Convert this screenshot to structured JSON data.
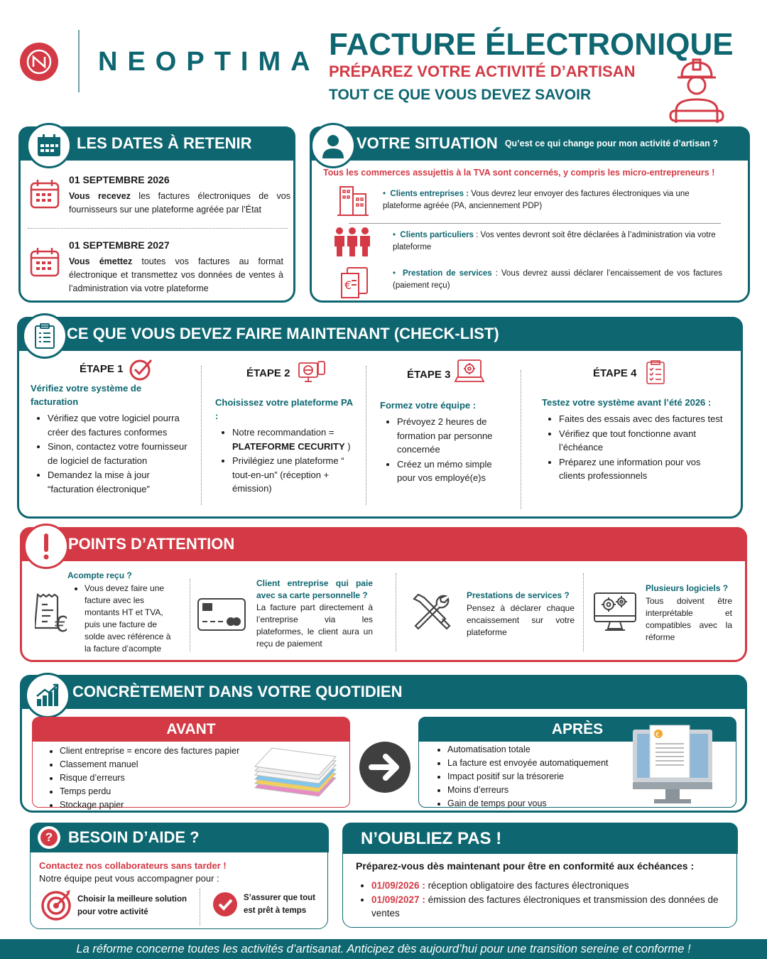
{
  "header": {
    "brand": "NEOPTIMA",
    "title": "FACTURE ÉLECTRONIQUE",
    "subtitle1": "PRÉPAREZ VOTRE ACTIVITÉ D’ARTISAN",
    "subtitle2": "TOUT CE QUE VOUS DEVEZ SAVOIR"
  },
  "dates": {
    "title": "LES DATES À RETENIR",
    "d1": {
      "date": "01 SEPTEMBRE 2026",
      "bold": "Vous recevez",
      "text": " les factures électroniques de vos fournisseurs sur une plateforme agréée par l’État"
    },
    "d2": {
      "date": "01 SEPTEMBRE 2027",
      "bold": "Vous émettez",
      "text": " toutes vos factures au format électronique et transmettez vos données de ventes à l’administration via votre plateforme"
    }
  },
  "situation": {
    "title": "VOTRE SITUATION",
    "question": "Qu’est ce qui change pour mon activité d’artisan ?",
    "intro": "Tous les commerces assujettis à la TVA sont concernés, y compris les micro-entrepreneurs !",
    "items": [
      {
        "label": "Clients entreprises :",
        "text": " Vous devrez leur envoyer des factures électroniques via une plateforme agréée (PA, anciennement PDP)"
      },
      {
        "label": "Clients particuliers",
        "text": " : Vos ventes devront soit être déclarées à l’administration via votre plateforme"
      },
      {
        "label": "Prestation de services",
        "text": " : Vous devrez aussi déclarer l’encaissement de vos factures (paiement reçu)"
      }
    ]
  },
  "checklist": {
    "title": "CE QUE VOUS DEVEZ FAIRE MAINTENANT (CHECK-LIST)",
    "steps": [
      {
        "title": "ÉTAPE 1",
        "sub": "Vérifiez votre système de facturation",
        "items": [
          "Vérifiez que votre logiciel pourra créer des factures conformes",
          "Sinon, contactez votre fournisseur de logiciel de facturation",
          "Demandez la mise à jour “facturation électronique”"
        ]
      },
      {
        "title": "ÉTAPE 2",
        "sub": "Choisissez votre plateforme PA :",
        "item1a": "Notre recommandation = ",
        "item1b": "PLATEFORME CECURITY",
        "item1c": " )",
        "item2": "Privilégiez une plateforme “ tout-en-un” (réception + émission)"
      },
      {
        "title": "ÉTAPE 3",
        "sub": "Formez votre équipe :",
        "items": [
          "Prévoyez 2 heures de formation par personne concernée",
          "Créez un mémo simple pour vos employé(e)s"
        ]
      },
      {
        "title": "ÉTAPE 4",
        "sub": "Testez votre système avant l’été 2026 :",
        "items": [
          "Faites des essais avec des factures test",
          "Vérifiez que tout fonctionne avant l’échéance",
          "Préparez une information pour vos clients professionnels"
        ]
      }
    ]
  },
  "attention": {
    "title": "POINTS D’ATTENTION",
    "p1": {
      "title": "Acompte reçu ?",
      "text": "Vous devez faire une facture avec les montants HT et TVA, puis une facture de solde avec référence à la facture d’acompte"
    },
    "p2": {
      "title": "Client entreprise qui paie avec sa carte personnelle ?",
      "text": "La facture part directement à l’entreprise via les plateformes, le client aura un reçu de paiement"
    },
    "p3": {
      "title": "Prestations de services ?",
      "text": "Pensez à déclarer chaque encaissement sur votre plateforme"
    },
    "p4": {
      "title": "Plusieurs logiciels ?",
      "text": "Tous doivent être interprétable et compatibles avec la réforme"
    }
  },
  "quotidien": {
    "title": "CONCRÈTEMENT DANS VOTRE QUOTIDIEN",
    "avant": {
      "title": "AVANT",
      "items": [
        "Client entreprise = encore des factures papier",
        "Classement manuel",
        "Risque d’erreurs",
        "Temps perdu",
        "Stockage papier"
      ]
    },
    "apres": {
      "title": "APRÈS",
      "items": [
        "Automatisation totale",
        "La facture est envoyée automatiquement",
        "Impact positif sur la trésorerie",
        "Moins d’erreurs",
        "Gain de temps pour vous"
      ]
    }
  },
  "aide": {
    "title": "BESOIN D’AIDE ?",
    "contact": "Contactez nos collaborateurs sans tarder !",
    "intro": "Notre équipe peut vous accompagner pour :",
    "a1": "Choisir la meilleure solution pour votre activité",
    "a2": "S’assurer que tout est prêt à temps"
  },
  "oubliez": {
    "title": "N’OUBLIEZ PAS !",
    "intro": "Préparez-vous dès maintenant pour être en conformité aux échéances :",
    "items": [
      {
        "date": "01/09/2026 :",
        "text": " réception obligatoire des factures électroniques"
      },
      {
        "date": "01/09/2027 :",
        "text": " émission des factures électroniques et transmission des données de ventes"
      }
    ]
  },
  "footer": "La réforme concerne toutes les activités d’artisanat. Anticipez dès aujourd’hui pour une transition sereine et conforme !",
  "colors": {
    "teal": "#0e6670",
    "red": "#d33a45"
  }
}
